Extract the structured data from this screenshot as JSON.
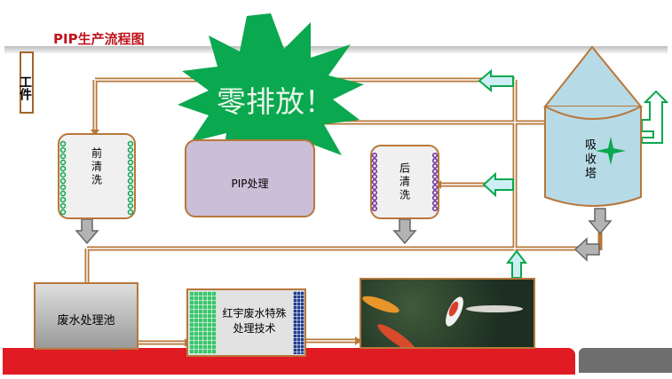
{
  "title": "PIP生产流程图",
  "workpiece_label": "工件",
  "burst_label": "零排放！",
  "stages": {
    "pre_wash": "前清洗",
    "pip_treatment": "PIP处理",
    "post_wash": "后清洗",
    "absorption_tower": "吸收塔",
    "wastewater_pool": "废水处理池",
    "special_tech": "红宇废水特殊处理技术",
    "special_tech_line1": "红宇废水特殊",
    "special_tech_line2": "处理技术"
  },
  "colors": {
    "pipe": "#b7773a",
    "accent_red": "#c0141c",
    "green": "#0aa84f",
    "tower": "#b7dbe6"
  }
}
